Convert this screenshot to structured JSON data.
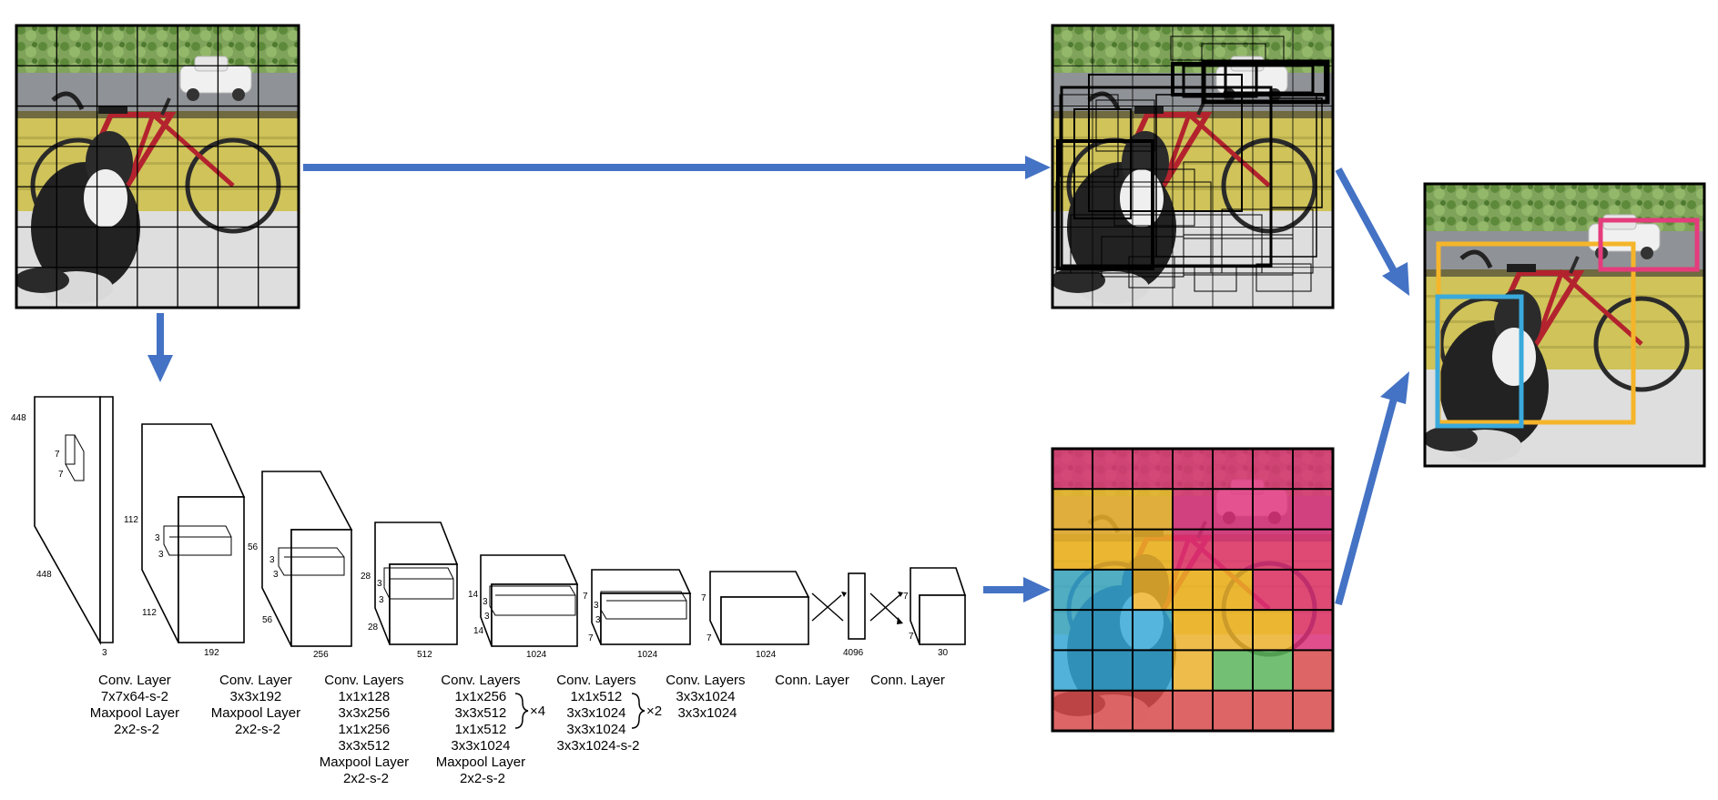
{
  "colors": {
    "arrow": "#4472c4",
    "class_pink": "#e0307a",
    "class_yellow": "#f0b42a",
    "class_blue": "#34a8d8",
    "class_green": "#5cb85c",
    "class_red": "#dd4a4a",
    "box_yellow": "#f5b52a",
    "box_blue": "#3aa9dc",
    "box_pink": "#e43c7c"
  },
  "icons": {
    "arrow": "arrow-icon",
    "photo": "dog-bicycle-photo"
  },
  "layers": [
    {
      "depth": "3",
      "height": "448",
      "width": "448",
      "kernel_a": "7",
      "kernel_b": "7"
    },
    {
      "depth": "192",
      "height": "112",
      "width": "112",
      "kernel_a": "3",
      "kernel_b": "3"
    },
    {
      "depth": "256",
      "height": "56",
      "width": "56",
      "kernel_a": "3",
      "kernel_b": "3"
    },
    {
      "depth": "512",
      "height": "28",
      "width": "28",
      "kernel_a": "3",
      "kernel_b": "3"
    },
    {
      "depth": "1024",
      "height": "14",
      "width": "14",
      "kernel_a": "3",
      "kernel_b": "3"
    },
    {
      "depth": "1024",
      "height": "7",
      "width": "7",
      "kernel_a": "3",
      "kernel_b": "3"
    },
    {
      "depth": "1024",
      "height": "7",
      "width": "7"
    },
    {
      "depth": "4096"
    },
    {
      "depth": "30",
      "height": "7",
      "width": "7"
    }
  ],
  "captions": [
    {
      "lines": [
        "Conv. Layer",
        "7x7x64-s-2",
        "Maxpool Layer",
        "2x2-s-2"
      ]
    },
    {
      "lines": [
        "Conv. Layer",
        "3x3x192",
        "Maxpool Layer",
        "2x2-s-2"
      ]
    },
    {
      "lines": [
        "Conv. Layers",
        "1x1x128",
        "3x3x256",
        "1x1x256",
        "3x3x512",
        "Maxpool Layer",
        "2x2-s-2"
      ]
    },
    {
      "lines": [
        "Conv. Layers",
        "1x1x256",
        "3x3x512",
        "1x1x512",
        "3x3x1024",
        "Maxpool Layer",
        "2x2-s-2"
      ],
      "repeat": "×4"
    },
    {
      "lines": [
        "Conv. Layers",
        "1x1x512",
        "3x3x1024",
        "3x3x1024",
        "3x3x1024-s-2"
      ],
      "repeat": "×2"
    },
    {
      "lines": [
        "Conv. Layers",
        "3x3x1024",
        "3x3x1024"
      ]
    },
    {
      "lines": [
        "Conn. Layer"
      ]
    },
    {
      "lines": [
        "Conn. Layer"
      ]
    }
  ],
  "class_map": [
    [
      "P",
      "P",
      "P",
      "P",
      "P",
      "P",
      "P"
    ],
    [
      "Y",
      "Y",
      "Y",
      "P",
      "P",
      "P",
      "P"
    ],
    [
      "Y",
      "Y",
      "Y",
      "P",
      "P",
      "P",
      "P"
    ],
    [
      "B",
      "B",
      "Y",
      "Y",
      "Y",
      "P",
      "P"
    ],
    [
      "B",
      "B",
      "B",
      "Y",
      "Y",
      "Y",
      "P"
    ],
    [
      "B",
      "B",
      "B",
      "Y",
      "G",
      "G",
      "R"
    ],
    [
      "R",
      "R",
      "R",
      "R",
      "R",
      "R",
      "R"
    ]
  ]
}
